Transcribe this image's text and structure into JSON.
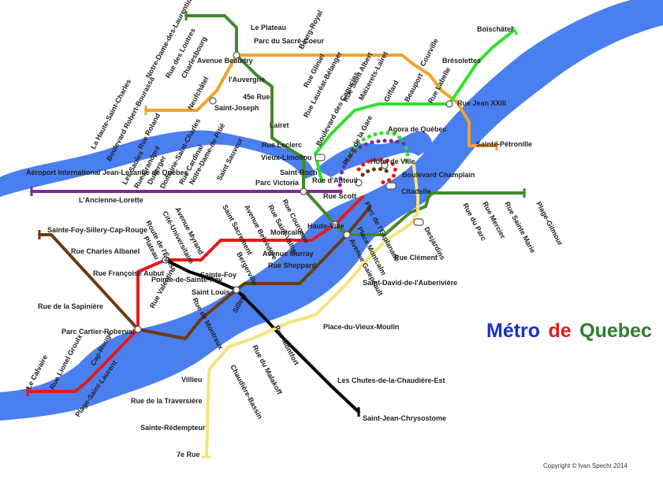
{
  "title": {
    "part1": "Métro",
    "part2": "de",
    "part3": "Quebec",
    "colors": {
      "part1": "#1a2fc9",
      "part2": "#e21a1a",
      "part3": "#2e7d2e"
    }
  },
  "copyright": "Copyright © Ivan Specht 2014",
  "river_color": "#4a7ff0",
  "lines": [
    {
      "id": "green",
      "color": "#3f8a2b"
    },
    {
      "id": "orange",
      "color": "#f2a22c"
    },
    {
      "id": "lime",
      "color": "#2ee02e"
    },
    {
      "id": "purple",
      "color": "#7a2b9a"
    },
    {
      "id": "red",
      "color": "#e81818"
    },
    {
      "id": "brown",
      "color": "#6b3a10"
    },
    {
      "id": "black",
      "color": "#000000"
    },
    {
      "id": "yellow",
      "color": "#f7e37a"
    }
  ],
  "stations": [
    "Le Plateau",
    "Notre-Dame-des-Laurentides",
    "Rue des Loutres",
    "Charlesbourg",
    "Avenue Beaudry",
    "Parc du Sacré-Coeur",
    "Bourg-Royal",
    "Neufchâtel",
    "l'Auvergne",
    "45e Rue",
    "Saint-Joseph",
    "Rue Gliniel",
    "Rue Lauréat-Bélanger",
    "Rue Saint Albert",
    "Courville",
    "Brésolettes",
    "Boischâtel",
    "Maizerets-Lairet",
    "Giffard",
    "Beauport",
    "Rue Labelle",
    "Rue Jean XXIII",
    "Sainte-Pétronille",
    "Boulevard des Capucins",
    "Lairet",
    "Rue Leclerc",
    "Vieux-Limoilou",
    "Agora de Québec",
    "La Haute-Saint-Charles",
    "Boulevard Robert-Bourassa",
    "Rue Roland",
    "Les Saules",
    "Rue Grandpré",
    "Duberger",
    "Domaine-Saint-Charles",
    "Rue Cardinal",
    "Notre-Dame-de-Pitié",
    "Saint Sauveur",
    "Parc Victoria",
    "Saint-Roch",
    "Place de la Gare",
    "Hôtel de Ville",
    "Rue d'Auteuil",
    "Aéroport International Jean-Lesange de Québec",
    "L'Ancienne-Lorette",
    "Boulevard Champlain",
    "Citadelle",
    "Sainte-Foy-Sillery-Cap-Rouge",
    "Rue Charles Albanel",
    "Rue Françoise Aubut",
    "Route de l'Église",
    "Cité-Universitaire",
    "Avenue Myrand",
    "Saint Sacrement",
    "Avenue Belvédère",
    "Rue Saint-Vallier",
    "Rue Couronne",
    "Rue Scott",
    "Parc de l'Esplanade",
    "Haute-Ville",
    "Montcalm",
    "Place Montcalm",
    "Avenue Gaiepeault",
    "Plage-Gilmour",
    "Rue Sainte Marie",
    "Rue Mercier",
    "Rue du Parc",
    "Desjardins",
    "Rue Clément",
    "Plateau",
    "Sainte-Foy",
    "Bergerville",
    "Avenue Murray",
    "Rue Sheppard",
    "Rue de la Sapinière",
    "Pointe-de-Sainte-Foy",
    "Rue de Montreux",
    "Saint Louis",
    "Sillery",
    "Saint-David-de-l'Auberivière",
    "Parc Cartier-Roberval",
    "Rue Valentin",
    "Place-du-Vieux-Moulin",
    "Rue Montfort",
    "Rue du Malakoff",
    "Chaudière-Bassin",
    "Les Chutes-de-la-Chaudière-Est",
    "Saint-Jean-Chrysostome",
    "Villieu",
    "Rue de la Traversière",
    "Sainte-Rédempteur",
    "7e Rue",
    "Le Calvaire",
    "Rue Lionel Groulx",
    "Cap-Rouge",
    "Plage-Saint-Laurent"
  ]
}
